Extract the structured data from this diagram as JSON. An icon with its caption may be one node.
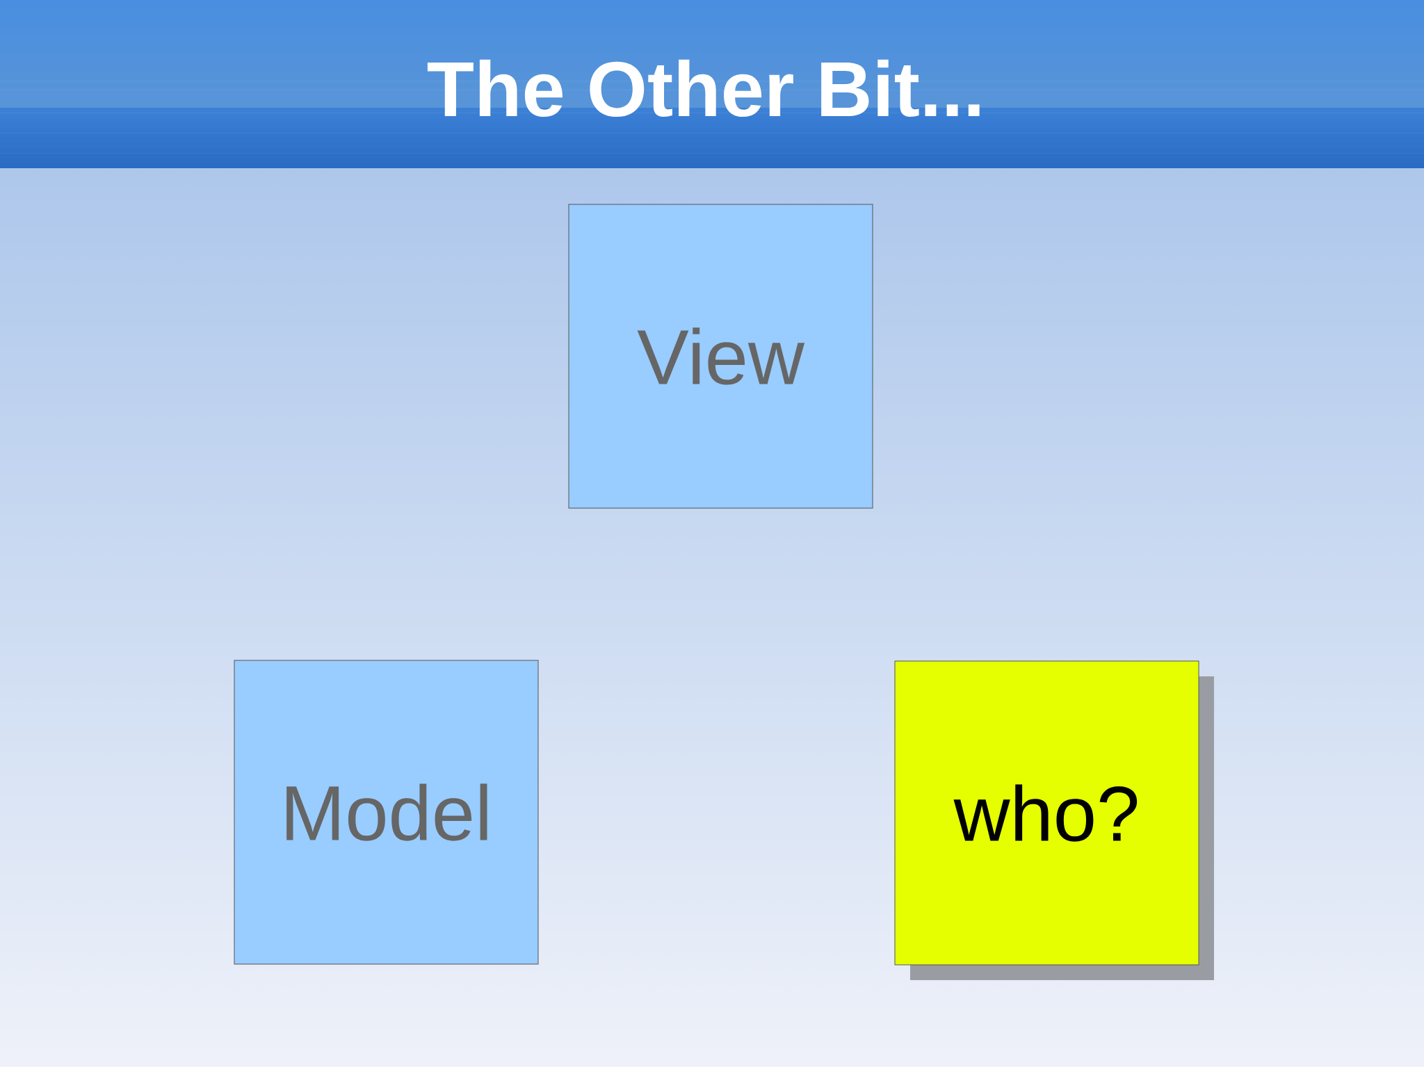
{
  "diagram": {
    "title": "The Other Bit...",
    "nodes": [
      {
        "text": [
          "View"
        ]
      },
      {
        "text": [
          "Model"
        ]
      },
      {
        "text": [
          "who?"
        ]
      }
    ]
  }
}
